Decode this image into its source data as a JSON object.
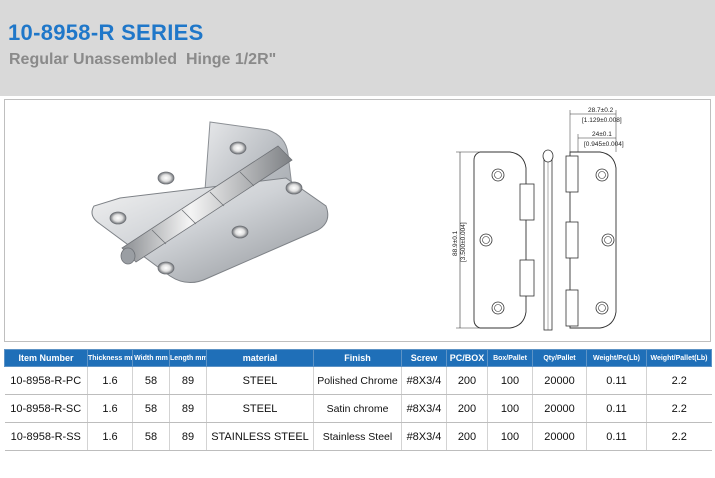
{
  "header": {
    "title": "10-8958-R SERIES",
    "subtitle": "Regular Unassembled  Hinge 1/2R\""
  },
  "drawing": {
    "dim_top_1": "28.7±0.2",
    "dim_top_1_imperial": "[1.129±0.008]",
    "dim_top_2": "24±0.1",
    "dim_top_2_imperial": "[0.945±0.004]",
    "dim_height": "88.9±0.1",
    "dim_height_imperial": "[3.500±0.004]"
  },
  "table": {
    "headers": [
      "Item Number",
      "Thickness mm",
      "Width mm",
      "Length mm",
      "material",
      "Finish",
      "Screw",
      "PC/BOX",
      "Box/Pallet",
      "Qty/Pallet",
      "Weight/Pc(Lb)",
      "Weight/Pallet(Lb)"
    ],
    "rows": [
      [
        "10-8958-R-PC",
        "1.6",
        "58",
        "89",
        "STEEL",
        "Polished Chrome",
        "#8X3/4",
        "200",
        "100",
        "20000",
        "0.11",
        "2.2"
      ],
      [
        "10-8958-R-SC",
        "1.6",
        "58",
        "89",
        "STEEL",
        "Satin chrome",
        "#8X3/4",
        "200",
        "100",
        "20000",
        "0.11",
        "2.2"
      ],
      [
        "10-8958-R-SS",
        "1.6",
        "58",
        "89",
        "STAINLESS STEEL",
        "Stainless Steel",
        "#8X3/4",
        "200",
        "100",
        "20000",
        "0.11",
        "2.2"
      ]
    ]
  },
  "colors": {
    "title": "#1f77c9",
    "table_header": "#1f6fb8"
  }
}
